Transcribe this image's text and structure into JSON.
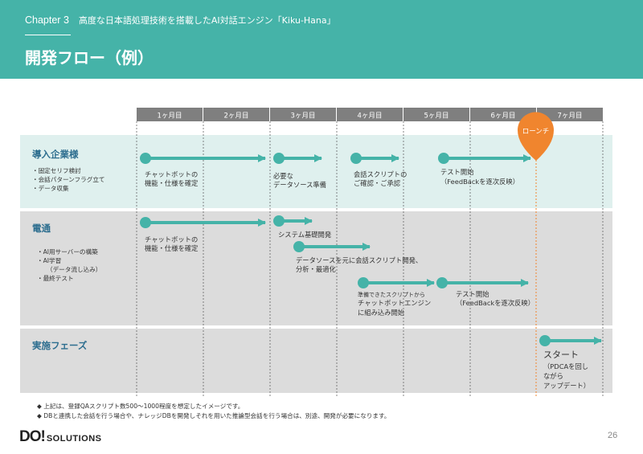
{
  "header": {
    "chapter": "Chapter 3",
    "subtitle": "高度な日本語処理技術を搭載したAI対話エンジン「Kiku-Hana」",
    "title": "開発フロー（例）"
  },
  "colors": {
    "teal": "#45b3a8",
    "orange": "#f0852e",
    "lane_teal_bg": "#dff0ee",
    "lane_gray_bg": "#dcdcdc",
    "month_header": "#7f7f7f"
  },
  "months": [
    "1ヶ月目",
    "2ヶ月目",
    "3ヶ月目",
    "4ヶ月目",
    "5ヶ月目",
    "6ヶ月目",
    "7ヶ月目"
  ],
  "launch_label": "ローンチ",
  "lanes": [
    {
      "name": "導入企業様",
      "notes": [
        "・固定セリフ検討",
        "・会話パターンフラグ立て",
        "・データ収集"
      ]
    },
    {
      "name": "電通",
      "notes": [
        "・AI用サーバーの構築",
        "・AI学習",
        "（データ流し込み）",
        "・最終テスト"
      ]
    },
    {
      "name": "実施フェーズ",
      "notes": []
    }
  ],
  "tasks": {
    "client_1": [
      "チャットボットの",
      "機能・仕様を確定"
    ],
    "client_2": [
      "必要な",
      "データソース準備"
    ],
    "client_3": [
      "会話スクリプトの",
      "ご確認・ご承認"
    ],
    "client_4": [
      "テスト開始",
      "（FeedBackを逐次反映）"
    ],
    "dentsu_1": [
      "チャットボットの",
      "機能・仕様を確定"
    ],
    "dentsu_2": [
      "システム基礎開発"
    ],
    "dentsu_3": [
      "データソースを元に会話スクリプト開発、",
      "分析・最適化"
    ],
    "dentsu_4": [
      "準備できたスクリプトから",
      "チャットボットエンジン",
      "に組み込み開始"
    ],
    "dentsu_5": [
      "テスト開始",
      "（FeedBackを逐次反映）"
    ],
    "phase_start": "スタート",
    "phase_desc": [
      "（PDCAを回し",
      "ながら",
      "アップデート）"
    ]
  },
  "footnotes": [
    "◆ 上記は、登録QAスクリプト数500～1000程度を想定したイメージです。",
    "◆ DBと連携した会話を行う場合や、ナレッジDBを開発しそれを用いた推論型会話を行う場合は、別途、開発が必要になります。"
  ],
  "logo": {
    "do": "DO!",
    "solutions": "SOLUTIONS"
  },
  "page_number": "26"
}
